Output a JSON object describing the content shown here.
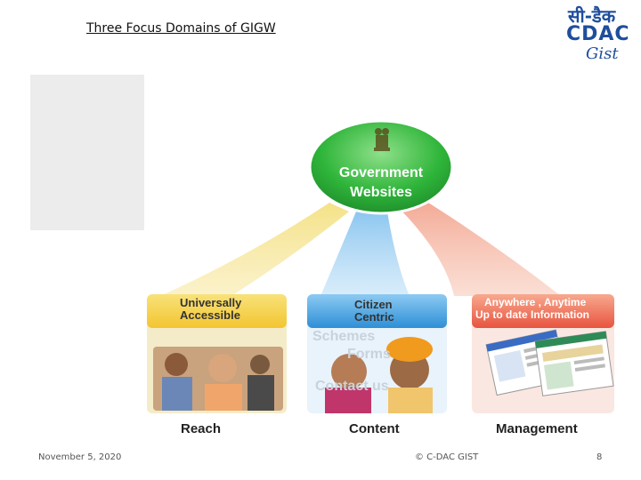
{
  "slide": {
    "title": "Three Focus Domains of GIGW",
    "date": "November 5, 2020",
    "footer_center": "© C-DAC GIST",
    "page_number": "8"
  },
  "logo": {
    "devanagari": "सी-डैक",
    "name": "CDAC",
    "sub": "Gist"
  },
  "diagram": {
    "hub": {
      "line1": "Government",
      "line2": "Websites",
      "emblem_icon": "state-emblem-icon"
    },
    "panels": [
      {
        "line1": "Universally",
        "line2": "Accessible",
        "bottom": "Reach",
        "color": "#f5c842"
      },
      {
        "line1": "Citizen",
        "line2": "Centric",
        "bottom": "Content",
        "color": "#4aa3e0"
      },
      {
        "line1": "Anywhere , Anytime",
        "line2": "Up to date Information",
        "bottom": "Management",
        "color": "#ee6d5a"
      }
    ],
    "content_words": [
      "Schemes",
      "Forms",
      "Contact us"
    ]
  },
  "colors": {
    "hub_green": "#2db83d",
    "title_text": "#111111"
  }
}
